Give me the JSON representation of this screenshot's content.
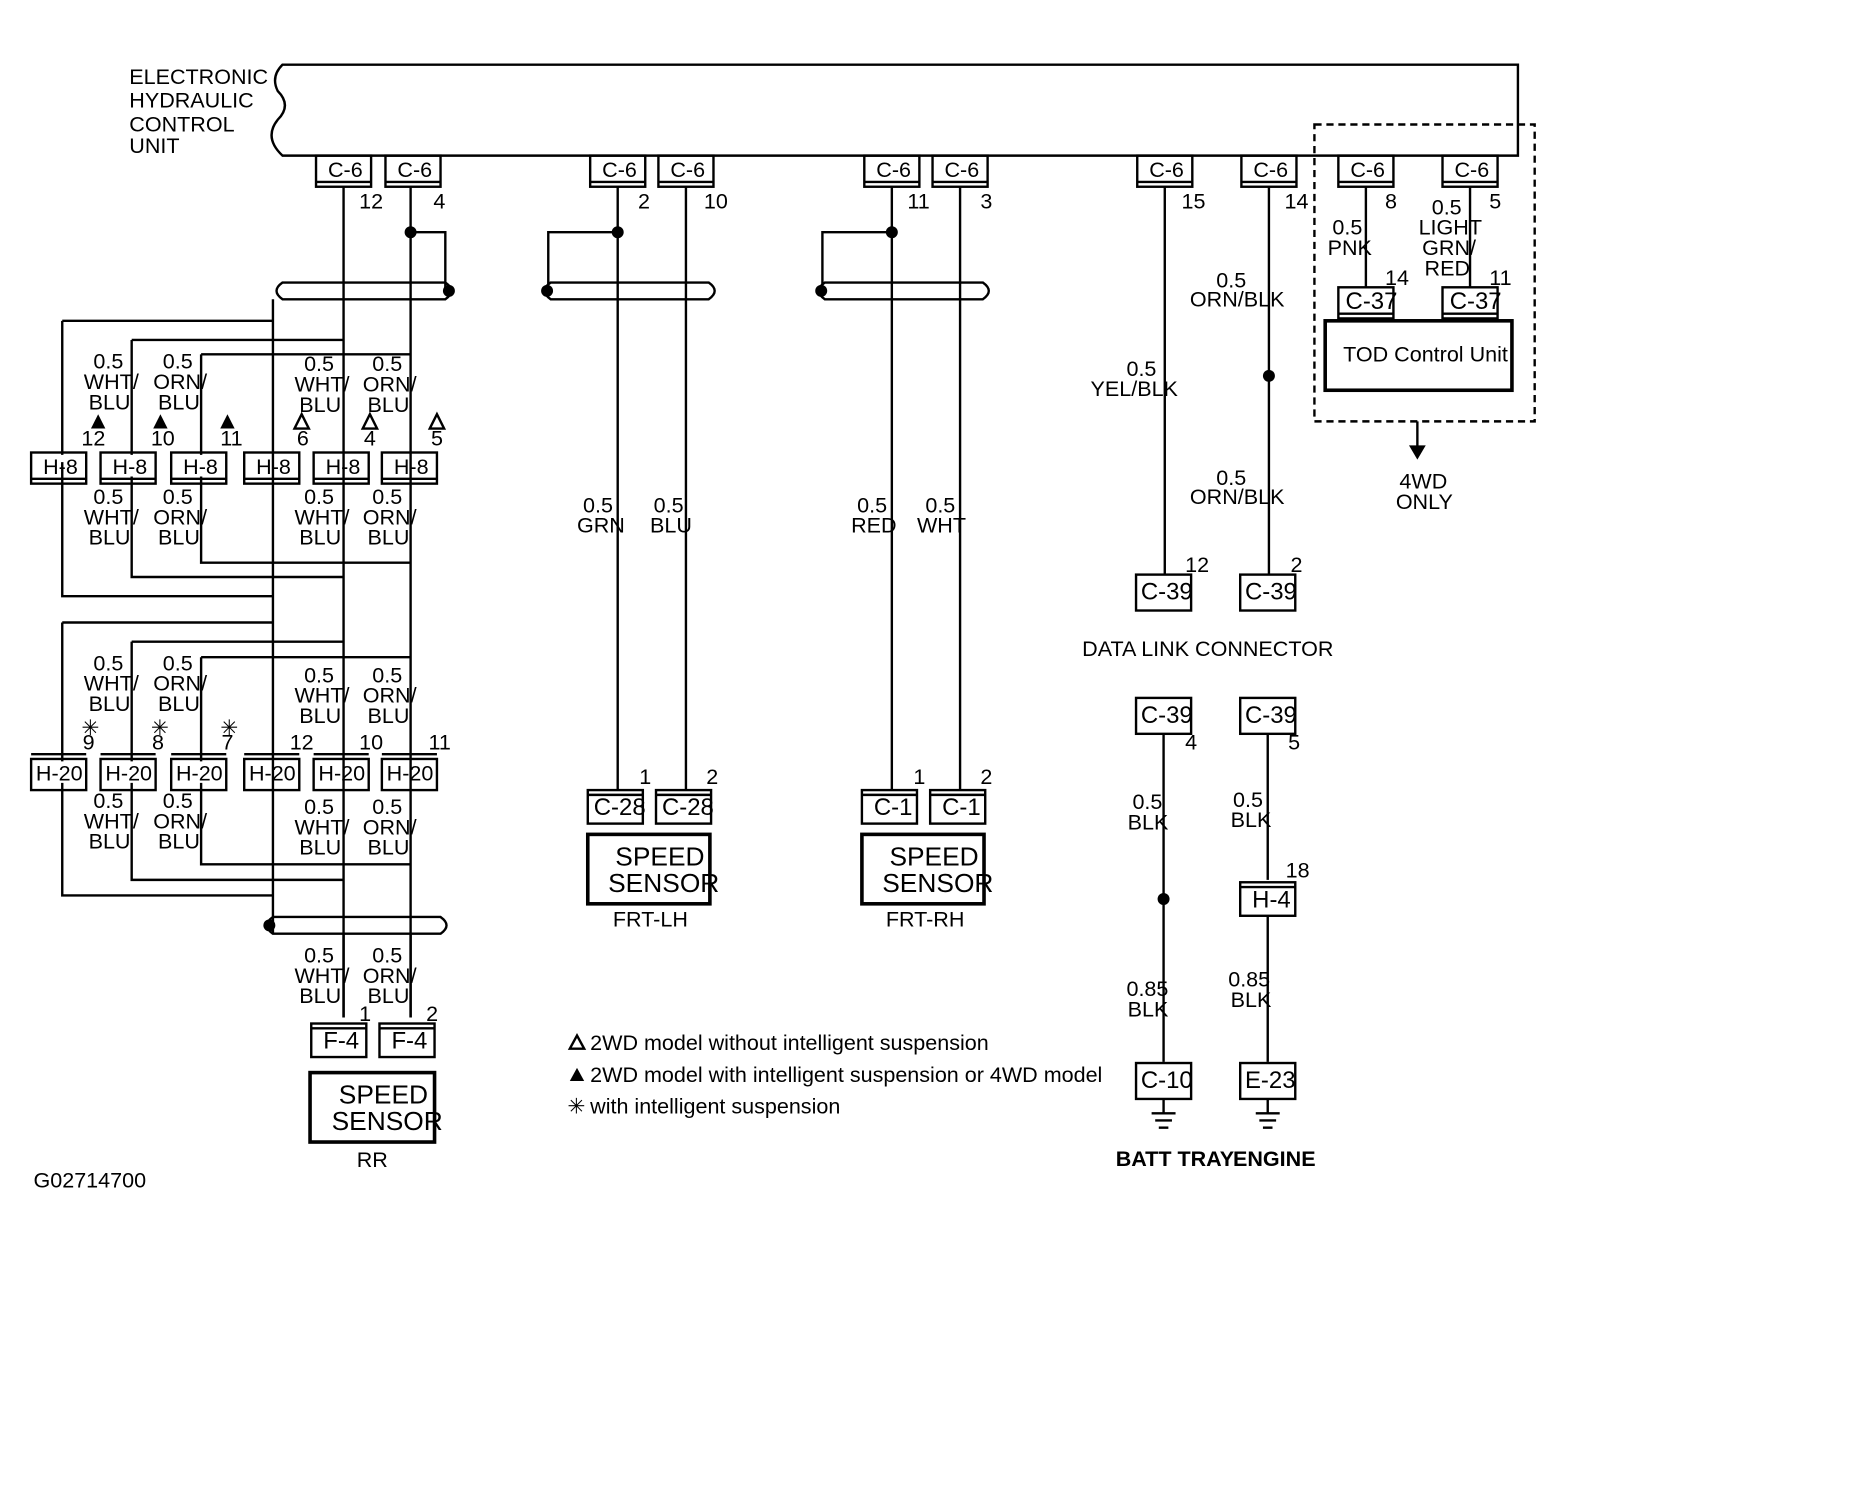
{
  "ehcu_lines": [
    "ELECTRONIC",
    "HYDRAULIC",
    "CONTROL",
    "UNIT"
  ],
  "c6_label": "C-6",
  "c6_pins": [
    "12",
    "4",
    "2",
    "10",
    "11",
    "3",
    "15",
    "14",
    "8",
    "5"
  ],
  "c37_label": "C-37",
  "c37_pins": [
    "14",
    "11"
  ],
  "tod_unit": "TOD Control Unit",
  "tod_wires": {
    "left": [
      "0.5",
      "PNK"
    ],
    "right": [
      "0.5",
      "LIGHT",
      "GRN/",
      "RED"
    ]
  },
  "only_4wd": [
    "4WD",
    "ONLY"
  ],
  "h8_label": "H-8",
  "h8_pins": [
    "12",
    "10",
    "11",
    "6",
    "4",
    "5"
  ],
  "h20_label": "H-20",
  "h20_pins": [
    "9",
    "8",
    "7",
    "12",
    "10",
    "11"
  ],
  "wire_wht_blu": [
    "0.5",
    "WHT/",
    "BLU"
  ],
  "wire_orn_blu": [
    "0.5",
    "ORN/",
    "BLU"
  ],
  "front_wires": {
    "grn": [
      "0.5",
      "GRN"
    ],
    "blu": [
      "0.5",
      "BLU"
    ],
    "red": [
      "0.5",
      "RED"
    ],
    "wht": [
      "0.5",
      "WHT"
    ]
  },
  "c28_label": "C-28",
  "c1_label": "C-1",
  "f4_label": "F-4",
  "sensor_pins": [
    "1",
    "2"
  ],
  "speed_sensor": [
    "SPEED",
    "SENSOR"
  ],
  "sensor_locations": {
    "rr": "RR",
    "frt_lh": "FRT-LH",
    "frt_rh": "FRT-RH"
  },
  "yel_blk": [
    "0.5",
    "YEL/BLK"
  ],
  "orn_blk": [
    "0.5",
    "ORN/BLK"
  ],
  "c39_label": "C-39",
  "c39_pins": [
    "12",
    "2",
    "4",
    "5"
  ],
  "data_link": "DATA LINK CONNECTOR",
  "blk_05": [
    "0.5",
    "BLK"
  ],
  "blk_085": [
    "0.85",
    "BLK"
  ],
  "h4_label": "H-4",
  "h4_pin": "18",
  "c10_label": "C-10",
  "e23_label": "E-23",
  "grounds": {
    "batt": "BATT TRAY",
    "engine": "ENGINE"
  },
  "legend": [
    "2WD model without intelligent suspension",
    "2WD model with intelligent suspension or 4WD model",
    "with intelligent suspension"
  ],
  "figure_id": "G02714700"
}
